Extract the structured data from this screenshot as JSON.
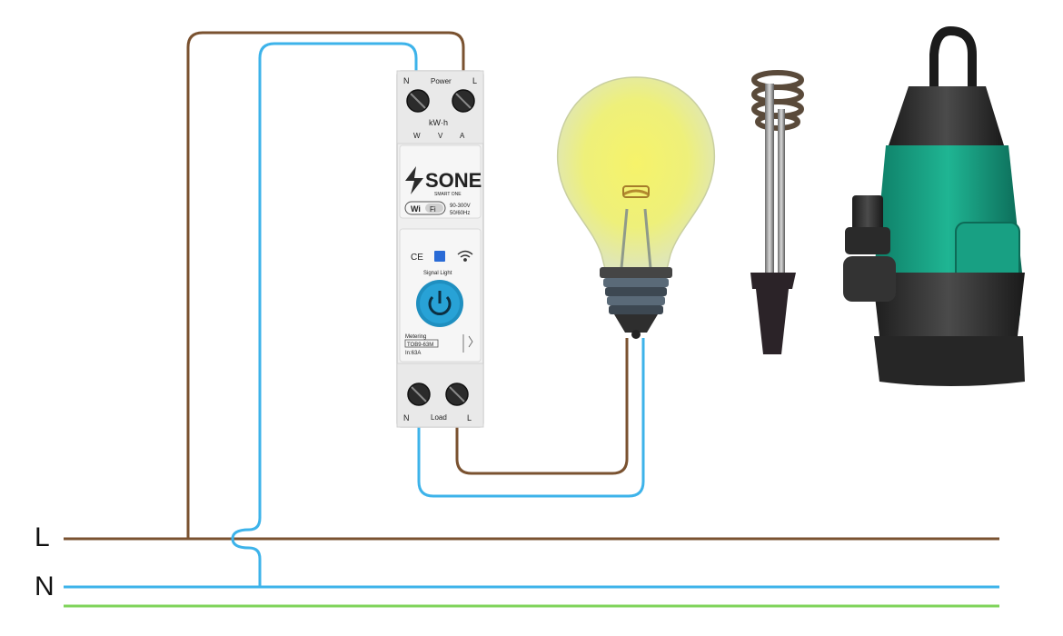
{
  "bus": {
    "l_label": "L",
    "n_label": "N",
    "colors": {
      "live": "#7a5230",
      "neutral": "#3db3ea",
      "earth": "#7fd35a"
    }
  },
  "device": {
    "brand": "SONE",
    "brand_sub": "SMART ONE",
    "wifi_badge_left": "Wi",
    "wifi_badge_right": "Fi",
    "rating_voltage": "90-300V",
    "rating_freq": "50/60Hz",
    "ce_mark": "CE",
    "signal_label": "Signal Light",
    "model_title": "Metering",
    "model_code": "TOB9-63M",
    "model_current": "In:63A",
    "top_n": "N",
    "top_power": "Power",
    "top_l": "L",
    "meter_label": "kW·h",
    "w_label": "W",
    "v_label": "V",
    "a_label": "A",
    "bottom_n": "N",
    "bottom_load": "Load",
    "bottom_l": "L",
    "colors": {
      "body": "#efefef",
      "button": "#1f8fc0",
      "led": "#2a6bd6"
    }
  },
  "loads": {
    "items": [
      "light-bulb",
      "immersion-heater",
      "water-pump"
    ],
    "colors": {
      "bulb_glow": "#f2ef6a",
      "pump_body": "#1aa587"
    }
  }
}
